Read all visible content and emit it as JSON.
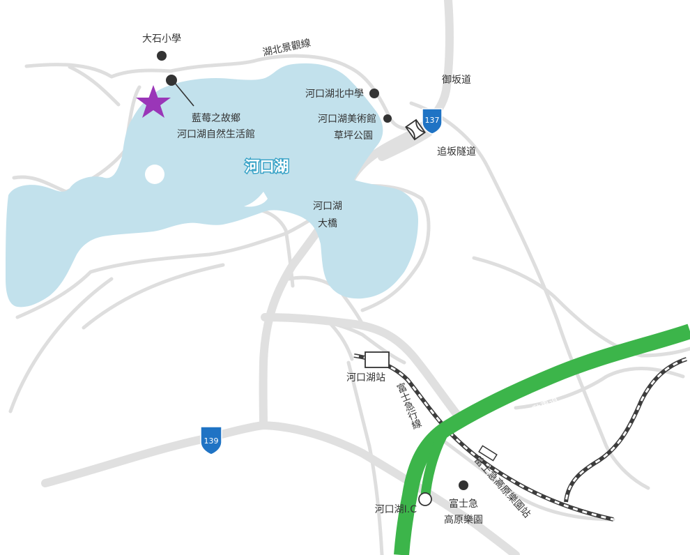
{
  "map": {
    "lake_label": "河口湖",
    "colors": {
      "lake": "#c2e1ec",
      "road": "#dedede",
      "highway": "#3cb54a",
      "rail_dark": "#3c3c3c",
      "route_shield": "#1f73c4",
      "star": "#9a36b8"
    },
    "labels": {
      "school_ohishi": "大石小學",
      "scenic_road": "湖北景觀線",
      "misakamichi": "御坂道",
      "kawaguchiko_north_jhs": "河口湖北中學",
      "museum": "河口湖美術館",
      "grass_park": "草坪公園",
      "tunnel": "追坂隧道",
      "strawberry_line1": "藍莓之故鄉",
      "strawberry_line2": "河口湖自然生活館",
      "bridge_line1": "河口湖",
      "bridge_line2": "大橋",
      "station": "河口湖站",
      "fujikyu_line": "富士急行線",
      "chuo_expressway": "中央自動車道",
      "highland_station": "富士急高原樂園站",
      "interchange": "河口湖I.C",
      "highland_line1": "富士急",
      "highland_line2": "高原樂園"
    },
    "routes": [
      "137",
      "139"
    ],
    "icons": {
      "star": "star-icon",
      "poi": "poi-dot-icon",
      "station": "station-icon",
      "tunnel": "tunnel-icon",
      "interchange": "interchange-icon",
      "route_shield": "route-shield-icon"
    }
  }
}
